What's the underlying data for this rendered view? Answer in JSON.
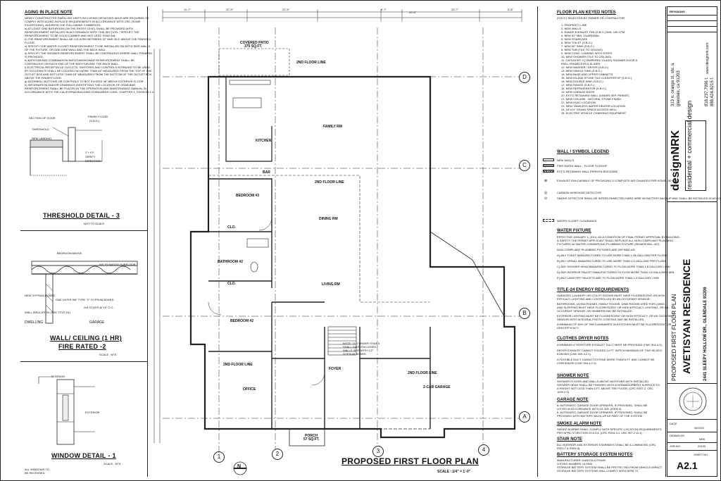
{
  "aging": {
    "title": "AGING IN PLACE NOTE",
    "lines": [
      "NEWLY CONSTRUCTED DWELLING UNITS INCLUDING DETACHED ADUS ARE REQUIRED TO",
      "COMPLY WITH AGING-IN-PLACE REQUIREMENTS IN ACCORDANCE WITH CRC (SOME",
      "EXCEPTIONS), ADDRESS THE FOLLOWING COMMENTS:",
      "a) AT LEAST ONE BATHROOM ON THE ENTRY LEVEL SHALL BE PROVIDED WITH",
      "REINFORCEMENT INSTALLED IN ACCORDANCE WITH THIS SECTION. / SPECIFY THE",
      "REINFORCEMENT TO BE SOLID LUMBER AND NOT LESS THAN 2x8.",
      "b) THE REINFORCEMENT SHALL BE LOCATED BETWEEN 32\" AND 39.5\" ABOVE THE FINISHED",
      "FLOOR.",
      "c) SPECIFY THE WATER CLOSET REINFORCEMENT TO BE INSTALLED ON BOTH SIDE WALLS",
      "OF THE FIXTURE, OR ONE SIDE WALL AND THE BACK WALL.",
      "d) SPECIFY THE SHOWER REINFORCEMENT SHALL BE CONTINUOUS WHERE WALL FRAMING",
      "IS PROVIDED.",
      "e) BATHTUB AND COMBINATION BATHTUB/SHOWER REINFORCEMENT SHALL BE",
      "CONTINUOUS ON EACH END OF THE BATHTUB AND THE BACK WALL.",
      "f) ELECTRICAL RECEPTACLE OUTLETS, SWITCHES AND CONTROLS INTENDED TO BE USED",
      "BY OCCUPANTS SHALL BE LOCATED NO MORE THAN 48\" MEASURED FROM THE TOP OF THE",
      "OUTLET BOX AND NOT LESS THAN 15\" MEASURED FROM THE BOTTOM OF THE OUTLET BOX",
      "ABOVE THE FINISH FLOOR.",
      "g) DOORBELL BUTTONS OR CONTROLS TO NOT EXCEED 48\" ABOVE EXTERIOR FLOOR.",
      "h) INFORMATION AND/OR DRAWINGS IDENTIFYING THE LOCATION OF GRAB BAR",
      "REINFORCEMENT SHALL BE PLACED IN THE OPERATION AND MAINTENANCE MANUAL IN",
      "ACCORDANCE WITH THE CALIFORNIA BUILDING STANDARDS CODE, CHAPTER 4, DIVISION 4.4."
    ]
  },
  "threshold": {
    "section_of_door": "SECTION OF DOOR",
    "threshold": "THRESHOLD",
    "new_landing": "NEW LANDING",
    "finish_floor": "FINISH FLOOR",
    "sbd": "(S.B.D.)",
    "dim": "2\"+ F.F.",
    "verify": "VERIFY",
    "direction": "DIRECTION",
    "title": "THRESHOLD DETAIL - 3",
    "scale": "NOT TO SCALE"
  },
  "wall": {
    "bedroom_above": "BEDROOM ABOVE",
    "plywood": "5/8\" PLYWOOD SUBFLOOR",
    "gypsum": "NEW GYPSUM BOARD",
    "layer": "ONE LAYER 5/8\" TYPE \"X\" GYPSUM BOARD",
    "studs": "2x4 STUDS @ 16\" O.C.",
    "insulation": "WALL INSULATION (SEE TITLE 24)",
    "dwelling": "DWELLING",
    "garage": "GARAGE",
    "title1": "WALL/ CEILING (1 HR)",
    "title2": "FIRE RATED -2",
    "scale": "SCALE : NTS"
  },
  "window": {
    "interior": "INTERIOR",
    "exterior": "EXTERIOR",
    "title": "WINDOW DETAIL - 1",
    "scale": "SCALE : NTS",
    "note1": "ALL WINDOWS TO",
    "note2": "BE RECESSED"
  },
  "plan": {
    "title": "PROPOSED FIRST FLOOR PLAN",
    "scale": "SCALE : 1/4\" = 1'-0\"",
    "north": "N",
    "rooms": {
      "covered_patio": "COVERED PATIO",
      "patio_area": "375 SQ.FT.",
      "family": "FAMILY RM",
      "kitchen": "KITCHEN",
      "dining": "DINING RM",
      "living": "LIVING RM",
      "bedroom3": "BEDROOM #3",
      "bedroom2": "BEDROOM #2",
      "bathroom": "BATHROOM #2",
      "clo1": "CLO.",
      "clo2": "CLO.",
      "office": "OFFICE",
      "foyer": "FOYER",
      "garage": "2-CAR GARAGE",
      "porch": "PORCH",
      "porch_area": "57 SQ.FT.",
      "second_floor_line1": "2ND FLOOR LINE",
      "second_floor_line2": "2ND FLOOR LINE",
      "second_floor_line3": "2ND FLOOR LINE",
      "second_floor_line4": "2ND FLOOR LINE",
      "under_stairs": "NOTE: CLO UNDER STAIRS SHALL HAVE ENCLOSED WALLS SIDE WITH 1/2\" GYPSUM BOARD",
      "bar": "BAR"
    },
    "grid_letters": [
      "D",
      "C",
      "B",
      "A"
    ],
    "grid_numbers": [
      "1",
      "2",
      "3",
      "4"
    ],
    "dims_top": [
      "11'-7\"",
      "12'-9\"",
      "22'-5\"",
      "20'-5\"",
      "6'-7\"",
      "20'-7\"",
      "3'-8\""
    ]
  },
  "keyed": {
    "title": "FLOOR PLAN KEYED NOTES",
    "subtitle": "(S.B.O.) SELECTED BY OWNER OR CONTRACTOR",
    "items": [
      "1.   PROPERTY LINE",
      "2.   NEW WALLS",
      "3.   RANGE EXHAUST FAN (S.B.O.) MIN. 100 CFM",
      "4.   NEW 42\" MIN. GUARDRAIL",
      "5.   NEW STAIRCASE",
      "6.   NEW TOILET (S.B.O.)",
      "7.   NEW 60\" SINK (S.B.O.)",
      "8.   NEW TUB (TILE TO CEILING)",
      "9.   NEW CONC. LANDING WITH STEPS",
      "10.  NEW SHOWER (TILE TO CEILING)",
      "11.  CATEGORY II (TEMPERED GLASS) SHOWER DOOR &",
      "       ENCL FRAMELESS & SLIDER",
      "12.  NEW WASHER / DRYER (S.B.O.)",
      "13.  NEW SINGLE SINK (S.B.O.)",
      "14.  NEW BASE AND UPPER CABINETS",
      "15.  NEW ISLAND STONE TILE COUNTERTOP (S.B.O.)",
      "16.  NEW DOUBLE SINK (S.B.O.)",
      "17.  NEW RANGE (S.B.O.)",
      "18.  NEW REFRIGERATOR (S.B.O.)",
      "19.  NEW GARAGE DOOR",
      "20.  EXT'G RETAINING WALL (UNDER SEP. PERMIT)",
      "21.  NEW COLUMN - NATURAL STONE FINISH",
      "22.  NEW HVAC LOCATION",
      "23.  NEW TANKLESS WATER HEATER LOCATION",
      "24.  18\"x24\" CRAWL SPACE ACCESS WELL",
      "25.  ELECTRIC VEHICLE CHARGING EQUIPMENT"
    ]
  },
  "legend": {
    "title": "WALL / SYMBOL LEGEND",
    "items": [
      "NEW WALLS",
      "FIRE RATED WALL - FLOOR TO ROOF",
      "EXT'G RETAINING WALL PERMIT# BS2119830",
      "EXHAUST FAN CAPABLE OF PROVIDING 5 COMPLETE AIR CHANGES PER HOUR - 50 CFM",
      "CARBON MONOXIDE DETECTOR",
      "SMOKE DETECTOR SHALL BE INTERCONNECTED HARD WIRE W/ BATTERY BACKUP AND SHALL BE INSTALLED IN ACCORDANCE WITH NFPA 72",
      "WATER CLOSET CLEARANCE"
    ]
  },
  "water": {
    "title": "WATER FIXTURE",
    "lines": [
      "EFFECTIVE JANUARY 1, 2014, AS A CONDITION OF FINAL PERMIT APPROVAL BY BUILDING,",
      "& SAFETY THE PERMIT APPLICANT SHALL REPLACE ALL NON-COMPLIANT PLUMBING",
      "FIXTURES W/ WATER CONSERVING PLUMBING FIXTURE (SENATE BILL 407).",
      "NON-COMPLIANT PLUMBING FIXTURES ARE DEFINED AS:",
      "A) ANY TOILET MANUFACTURED TO USE MORE THAN 1.28 GALLONS PER FLUSH.",
      "B) ANY URINAL MANUFACTURED TO USE MORE THAN 1.0 GALLONS PER FLUSH.",
      "C) ANY SHOWER HEAD MANUFACTURED TO FLOW MORE THAN 1.8 GALLONS / MIN.",
      "D) ANY INTERIOR FAUCET MANUFACTURED TO FLOW MORE THAN 1.8 GALLONS / MIN.",
      "E) ANY LAVATORY FAUCETS ARE TO FLOW MORE THAN 1.2 GALLONS / MIN."
    ]
  },
  "t24": {
    "title": "TITLE-24 ENERGY REQUIREMENTS",
    "lines": [
      "GARAGES, LAUNDRY OR UTILITY ROOMS MUST HAVE FLUORESCENT OR HIGH",
      "EFFICACY LIGHTING AND CONTROLLED BY AN OCCUPANT SENSOR.",
      "BATHROOMS, LIVING ROOMS, FAMILY ROOMS, DINE ROOMS USED FOR LIVING",
      "AND SLEEPING MUST HAVE FLUORESCENT OR HIGH EFFICACY LIGHTING, OR AN",
      "OCCUPANT SENSOR, OR DIMMERS MAY BE INSTALLED.",
      "EXTERIOR LIGHTING MUST BE FLUORESCENT OR HIGH EFFICACY, OR AN OCCUPANT",
      "SENSOR WITH INTEGRAL PHOTO CONTROL MAY BE INSTALLED.",
      "A MINIMUM OF 50% OF THE LUMINAIRES IN A KITCHEN MUST BE FLUORESCENT OR",
      "HIGH EFFICACY."
    ]
  },
  "dryer": {
    "title": "CLOTHES DRYER NOTES",
    "lines": [
      "A MINIMUM 4\" MOISTURE EXHAUST DUCT MUST BE PROVIDED (CMC 504.4.2).",
      "DRYER EXHAUST CANNOT EXCEED 14 FT. WITH A MAXIMUM OF TWO 90 DEG.",
      "ELBOWS (CMC 504.4.2.1).",
      "A FLEXIBLE DUCT CANNOT EXTEND MORE THAN 6 FT. AND CANNOT BE",
      "CONCEALED (CMC 504.4.2.2)."
    ]
  },
  "shower": {
    "title": "SHOWER NOTE",
    "lines": [
      "SHOWER FLOORS AND WALLS ABOVE BATHTUBS WITH INSTALLED",
      "SHOWER HEAD SHALL BE FINISHED WITH A NONABSORBENT SURFACE TO",
      "A HEIGHT NOT LESS THAN 6 FT. ABOVE THE FLOOR. (CRC R307.2, CBC",
      "1209.2.3)"
    ]
  },
  "garage_note": {
    "title": "GARAGE NOTE",
    "lines": [
      "a.   AUTOMATIC GARAGE DOOR OPENERS, IF PROVIDED, SHALL BE",
      "      LISTED IN ACCORDANCE WITH UL 325. (R309.4)",
      "b.   AUTOMATIC GARAGE DOOR OPENERS, IF PROVIDED, SHALL BE",
      "      PROVIDED WITH BATTERY BACK-UP AS PART OF THE SYSTEM"
    ]
  },
  "smoke": {
    "title": "SMOKE ALARM NOTE",
    "lines": [
      "SMOKE ALARMS SHALL COMPLY WITH SPECIFIC LOCATION REQUIREMENTS",
      "PER NFPA 72 SECTION 29.8.3.4. (CRC R314.3.1, CBC 907.2.11.4)"
    ]
  },
  "stair": {
    "title": "STAIR NOTE",
    "lines": [
      "ALL INTERIOR AND EXTERIOR STAIRWAYS SHALL BE ILLUMINATED (CRC",
      "R303.7 & R303.8)"
    ]
  },
  "battery": {
    "title": "BATTERY STORAGE SYSTEM NOTES",
    "lines": [
      "MANUFACTURER: DANOTA LITHIUM",
      "LISTING NUMBER: UL9540",
      "STORAGE BATTERY SYSTEM SHALL BE PROTECTED FROM VEHICLE IMPACT.",
      "STORAGE BATTERY SYSTEMS WILL COMPLY WITH NFPA 70."
    ]
  },
  "titleblock": {
    "revisions": "REVISIONS",
    "firm": "designNRK",
    "firm_sub": "residential + commercial design",
    "address1": "313 n. orange st. ste. a",
    "address2": "glendale, ca 91203",
    "phone": "818.237.7996 t.",
    "fax": "888.424.8215 f.",
    "email": "www.designnrk.com",
    "sheet_title": "PROPOSED FIRST FLOOR PLAN",
    "project": "AVETISYAN RESIDENCE",
    "project_address": "2441 SLEEPY HOLLOW DR., GLENDALE 91206",
    "date_label": "DATE",
    "date": "05/2022",
    "drawn_label": "DRAWN BY",
    "drawn": "NRK",
    "job_label": "JOB NO.",
    "job": "20103",
    "sheet_label": "SHEET NO.",
    "sheet_no": "A2.1"
  },
  "colors": {
    "ink": "#111111",
    "paper": "#ffffff",
    "line": "#222222"
  }
}
